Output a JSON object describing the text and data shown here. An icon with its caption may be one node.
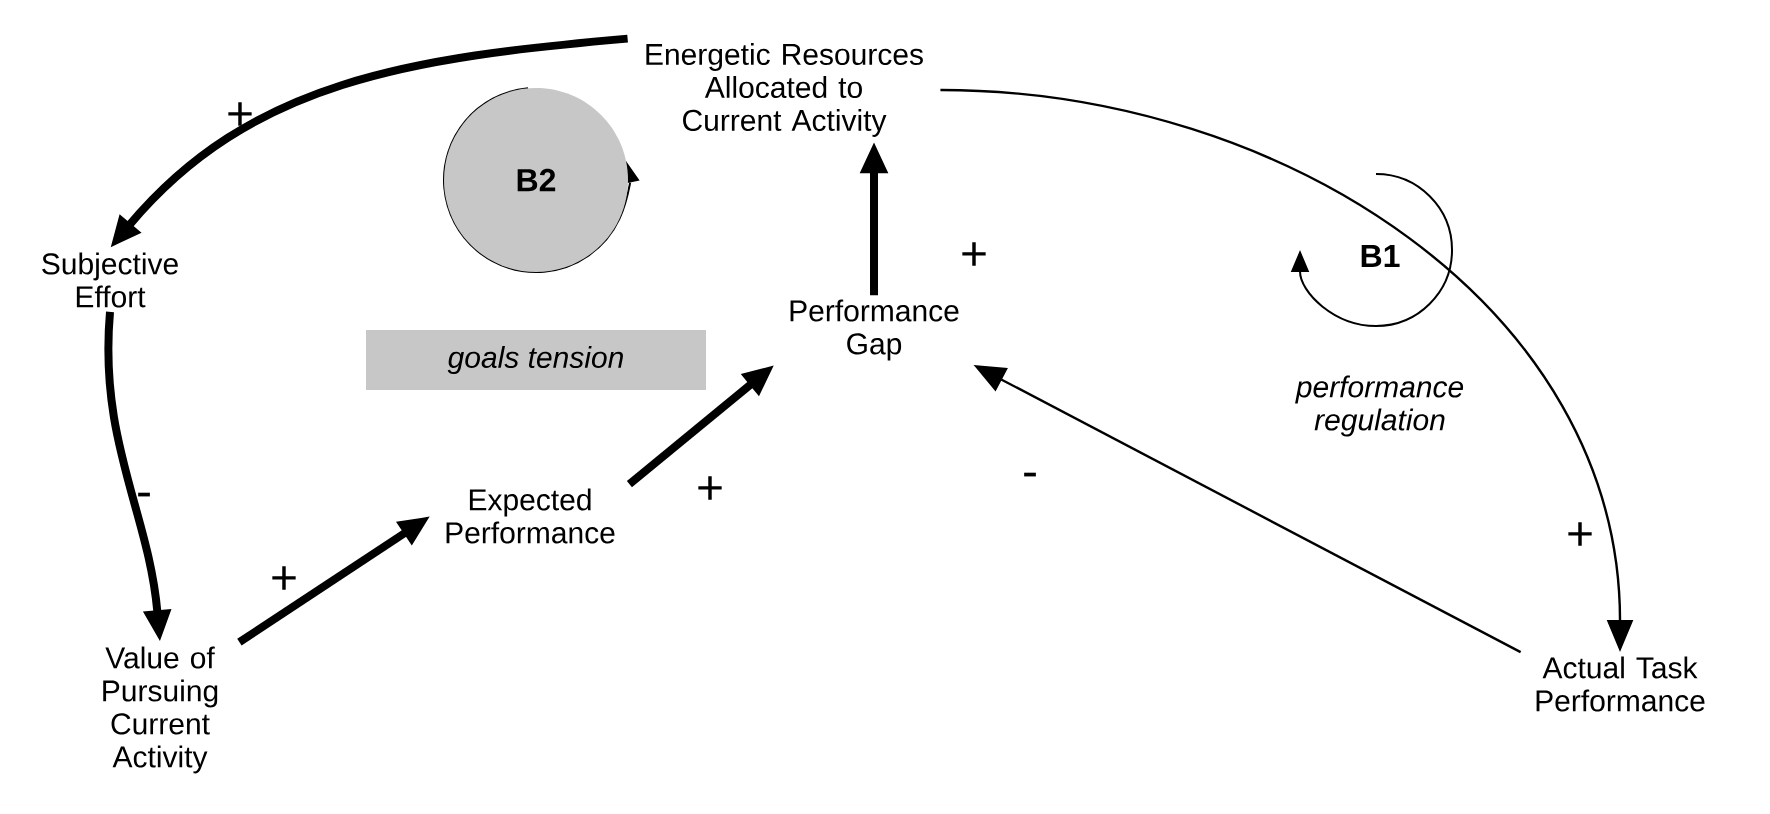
{
  "diagram": {
    "nodes": [
      {
        "text": [
          "Energetic Resources Allocated to Current Activity"
        ]
      },
      {
        "text": [
          "Subjective Effort"
        ]
      },
      {
        "text": [
          "Performance Gap"
        ]
      },
      {
        "text": [
          "Expected Performance"
        ]
      },
      {
        "text": [
          "Value of Pursuing Current Activity"
        ]
      },
      {
        "text": [
          "Actual Task Performance"
        ]
      },
      {
        "text": [
          "B2"
        ]
      },
      {
        "text": [
          "goals tension"
        ]
      }
    ],
    "edges": [
      {
        "from": 0,
        "to": 1,
        "arrow": "to",
        "label": "+"
      },
      {
        "from": 1,
        "to": 4,
        "arrow": "to",
        "label": "-"
      },
      {
        "from": 4,
        "to": 3,
        "arrow": "to",
        "label": "+"
      },
      {
        "from": 3,
        "to": 2,
        "arrow": "to",
        "label": "+"
      },
      {
        "from": 2,
        "to": 0,
        "arrow": "to",
        "label": "+"
      },
      {
        "from": 0,
        "to": 5,
        "arrow": "to",
        "label": "+"
      },
      {
        "from": 5,
        "to": 2,
        "arrow": "to",
        "label": "-"
      }
    ],
    "labels": [
      "B1",
      "performance regulation"
    ]
  }
}
